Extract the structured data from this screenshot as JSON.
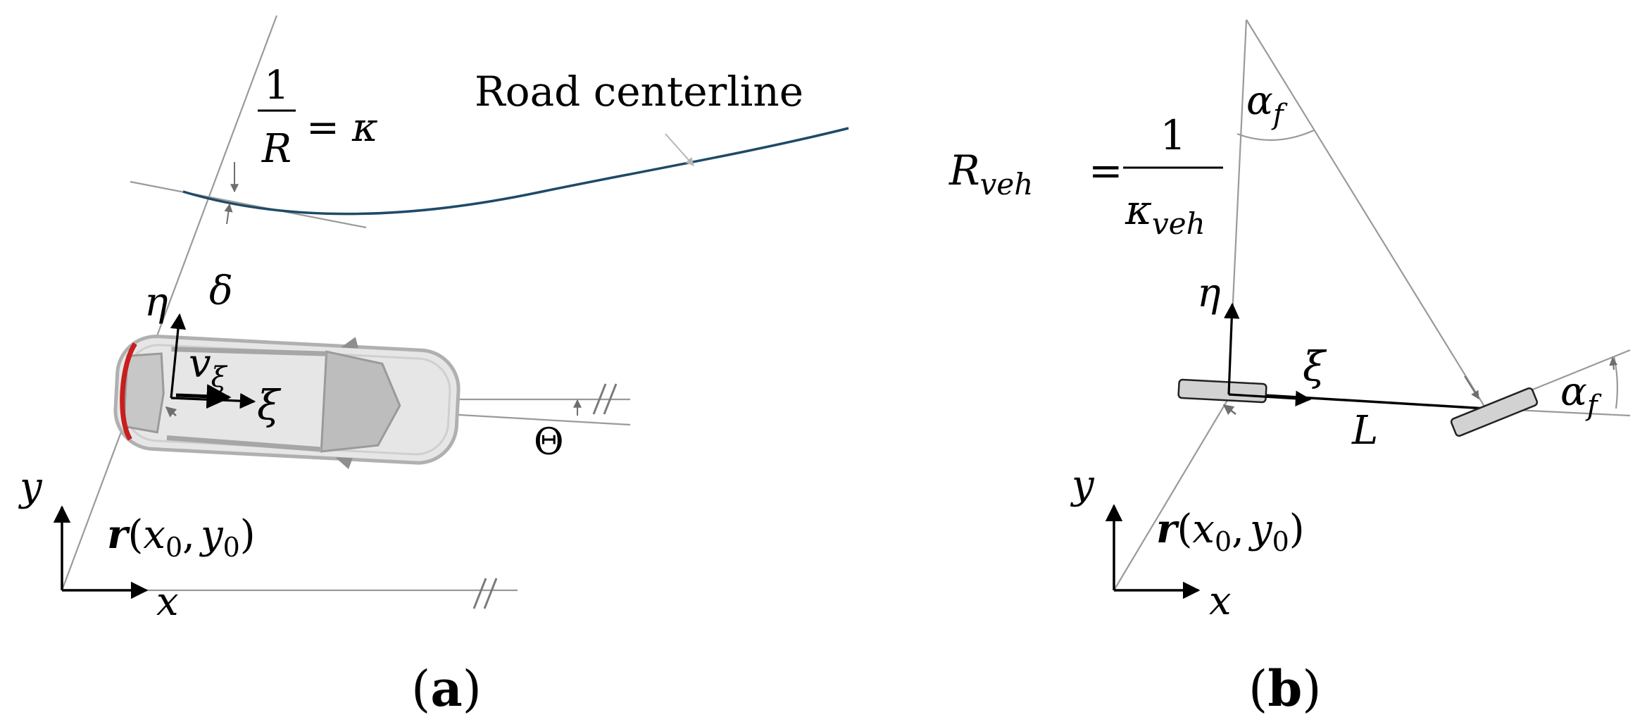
{
  "colors": {
    "thin_line": "#9a9a9a",
    "axis": "#000000",
    "centerline": "#1f4a68",
    "car_body": "#e6e6e6",
    "car_window": "#bdbdbd",
    "car_taillight": "#c81e1e",
    "wheel_fill": "#d2d2d2"
  },
  "panel_a": {
    "label_open": "(",
    "label_letter": "a",
    "label_close": ")",
    "road_centerline_label": "Road centerline",
    "curvature": {
      "numerator": "1",
      "denominator": "R",
      "equals": "=",
      "kappa": "κ"
    },
    "steering_symbol": "δ",
    "eta": "η",
    "xi": "ξ",
    "velocity": {
      "base": "v",
      "sub": "ξ"
    },
    "heading": "Θ",
    "axis_x": "x",
    "axis_y": "y",
    "position": {
      "bold": "r",
      "open": "(",
      "x": "x",
      "x_sub": "0",
      "comma": ",",
      "y": "y",
      "y_sub": "0",
      "close": ")"
    }
  },
  "panel_b": {
    "label_open": "(",
    "label_letter": "b",
    "label_close": ")",
    "radius": {
      "R": "R",
      "R_sub": "veh",
      "equals": "=",
      "numerator": "1",
      "kappa": "κ",
      "kappa_sub": "veh"
    },
    "alpha_top": {
      "base": "α",
      "sub": "f"
    },
    "alpha_side": {
      "base": "α",
      "sub": "f"
    },
    "eta": "η",
    "xi": "ξ",
    "wheelbase": "L",
    "axis_x": "x",
    "axis_y": "y",
    "position": {
      "bold": "r",
      "open": "(",
      "x": "x",
      "x_sub": "0",
      "comma": ",",
      "y": "y",
      "y_sub": "0",
      "close": ")"
    }
  }
}
